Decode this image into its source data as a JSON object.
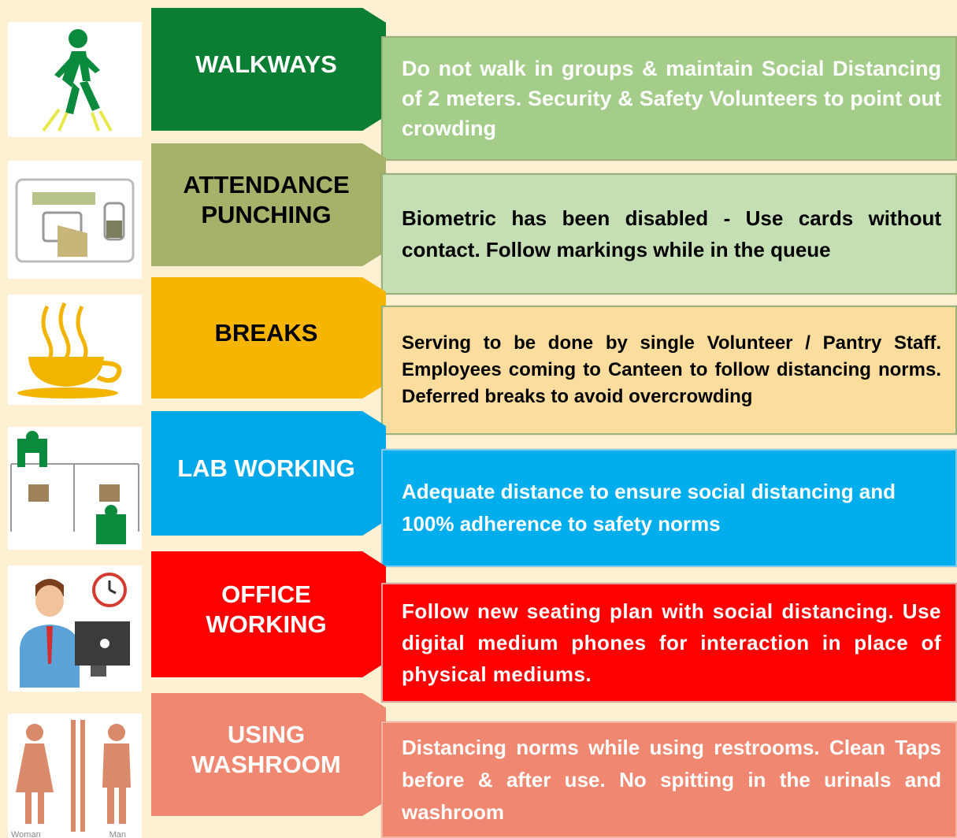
{
  "rows": [
    {
      "title": "WALKWAYS",
      "text": "Do not walk in groups & maintain Social Distancing of 2 meters. Security & Safety Volunteers to point out crowding",
      "icon": "walking-person-icon",
      "colors": {
        "arrow": "#0a7f33",
        "box": "#a5cd8a",
        "title_text": "#ffffff",
        "body_text": "#ffffff"
      }
    },
    {
      "title": "ATTENDANCE\nPUNCHING",
      "text": "Biometric has been disabled - Use cards without contact. Follow markings while in the queue",
      "icon": "card-punch-icon",
      "colors": {
        "arrow": "#a6b16a",
        "box": "#c4dfb3",
        "title_text": "#000000",
        "body_text": "#000000"
      }
    },
    {
      "title": "BREAKS",
      "text": "Serving to be done by single Volunteer / Pantry Staff. Employees coming to Canteen to follow distancing norms. Deferred breaks to avoid overcrowding",
      "icon": "coffee-cup-icon",
      "colors": {
        "arrow": "#f8b500",
        "box": "#fddd9d",
        "title_text": "#000000",
        "body_text": "#000000"
      }
    },
    {
      "title": "LAB WORKING",
      "text": "Adequate distance to ensure social distancing and 100% adherence to safety norms",
      "icon": "lab-workstation-icon",
      "colors": {
        "arrow": "#00a8ea",
        "box": "#00aeed",
        "title_text": "#ffffff",
        "body_text": "#ffffff"
      }
    },
    {
      "title": "OFFICE\nWORKING",
      "text": "Follow new seating plan with social distancing. Use digital medium phones for interaction in place of physical mediums.",
      "icon": "office-worker-icon",
      "colors": {
        "arrow": "#ff0000",
        "box": "#ff0000",
        "title_text": "#ffffff",
        "body_text": "#ffffff"
      }
    },
    {
      "title": "USING\nWASHROOM",
      "text": "Distancing norms while using restrooms. Clean Taps before & after use. No spitting in the urinals and washroom",
      "icon": "washroom-icon",
      "icon_labels": [
        "Woman",
        "Man"
      ],
      "colors": {
        "arrow": "#f08770",
        "box": "#f08770",
        "title_text": "#ffffff",
        "body_text": "#ffffff"
      }
    }
  ]
}
